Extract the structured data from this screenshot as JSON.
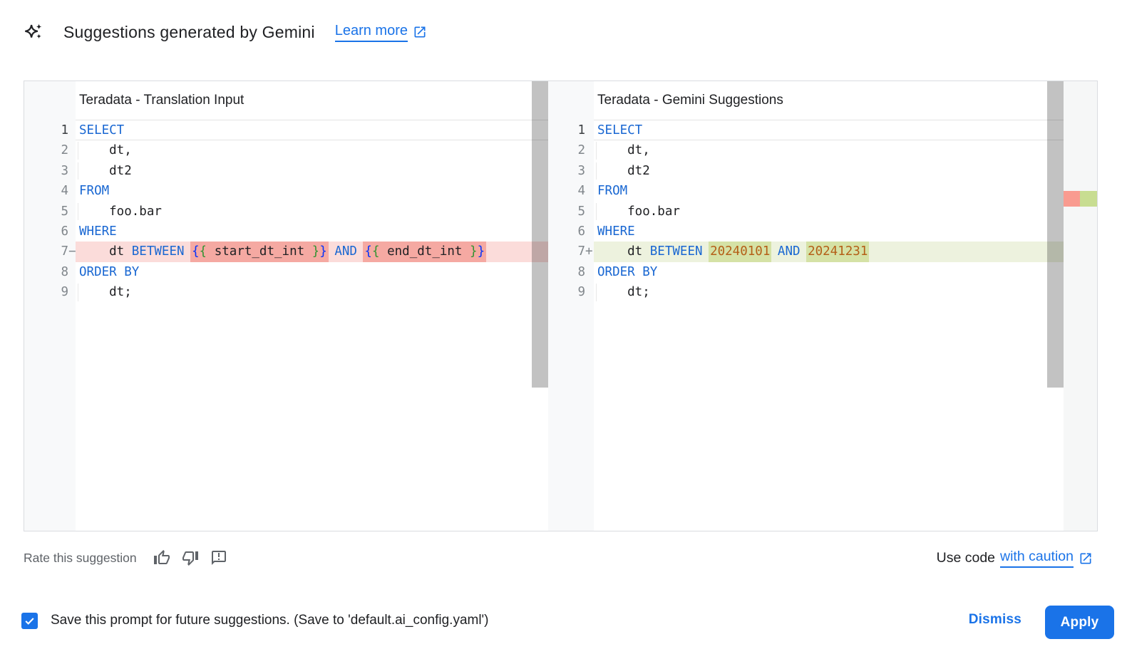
{
  "header": {
    "title": "Suggestions generated by Gemini",
    "learn_more": "Learn more"
  },
  "diff": {
    "left": {
      "title": "Teradata - Translation Input",
      "lines": [
        {
          "n": "1",
          "current": true,
          "segs": [
            {
              "c": "kw",
              "t": "SELECT"
            }
          ]
        },
        {
          "n": "2",
          "indent": true,
          "segs": [
            {
              "c": "pl",
              "t": "    dt,"
            }
          ]
        },
        {
          "n": "3",
          "indent": true,
          "segs": [
            {
              "c": "pl",
              "t": "    dt2"
            }
          ]
        },
        {
          "n": "4",
          "segs": [
            {
              "c": "kw",
              "t": "FROM"
            }
          ]
        },
        {
          "n": "5",
          "indent": true,
          "segs": [
            {
              "c": "pl",
              "t": "    foo.bar"
            }
          ]
        },
        {
          "n": "6",
          "segs": [
            {
              "c": "kw",
              "t": "WHERE"
            }
          ]
        },
        {
          "n": "7",
          "sign": "−",
          "diff": "removed",
          "segs": [
            {
              "c": "pl",
              "t": "    dt "
            },
            {
              "c": "kw",
              "t": "BETWEEN"
            },
            {
              "c": "pl",
              "t": " "
            },
            {
              "c": "br1",
              "t": "{",
              "h": true
            },
            {
              "c": "br2",
              "t": "{",
              "h": true
            },
            {
              "c": "pl",
              "t": " start_dt_int ",
              "h": true
            },
            {
              "c": "br2",
              "t": "}",
              "h": true
            },
            {
              "c": "br1",
              "t": "}",
              "h": true
            },
            {
              "c": "pl",
              "t": " "
            },
            {
              "c": "kw",
              "t": "AND"
            },
            {
              "c": "pl",
              "t": " "
            },
            {
              "c": "br1",
              "t": "{",
              "h": true
            },
            {
              "c": "br2",
              "t": "{",
              "h": true
            },
            {
              "c": "pl",
              "t": " end_dt_int ",
              "h": true
            },
            {
              "c": "br2",
              "t": "}",
              "h": true
            },
            {
              "c": "br1",
              "t": "}",
              "h": true
            }
          ]
        },
        {
          "n": "8",
          "segs": [
            {
              "c": "kw",
              "t": "ORDER BY"
            }
          ]
        },
        {
          "n": "9",
          "indent": true,
          "segs": [
            {
              "c": "pl",
              "t": "    dt;"
            }
          ]
        }
      ]
    },
    "right": {
      "title": "Teradata - Gemini Suggestions",
      "lines": [
        {
          "n": "1",
          "current": true,
          "segs": [
            {
              "c": "kw",
              "t": "SELECT"
            }
          ]
        },
        {
          "n": "2",
          "indent": true,
          "segs": [
            {
              "c": "pl",
              "t": "    dt,"
            }
          ]
        },
        {
          "n": "3",
          "indent": true,
          "segs": [
            {
              "c": "pl",
              "t": "    dt2"
            }
          ]
        },
        {
          "n": "4",
          "segs": [
            {
              "c": "kw",
              "t": "FROM"
            }
          ]
        },
        {
          "n": "5",
          "indent": true,
          "segs": [
            {
              "c": "pl",
              "t": "    foo.bar"
            }
          ]
        },
        {
          "n": "6",
          "segs": [
            {
              "c": "kw",
              "t": "WHERE"
            }
          ]
        },
        {
          "n": "7",
          "sign": "+",
          "diff": "added",
          "segs": [
            {
              "c": "pl",
              "t": "    dt "
            },
            {
              "c": "kw",
              "t": "BETWEEN"
            },
            {
              "c": "pl",
              "t": " "
            },
            {
              "c": "num",
              "t": "20240101",
              "h": true
            },
            {
              "c": "pl",
              "t": " "
            },
            {
              "c": "kw",
              "t": "AND"
            },
            {
              "c": "pl",
              "t": " "
            },
            {
              "c": "num",
              "t": "20241231",
              "h": true
            }
          ]
        },
        {
          "n": "8",
          "segs": [
            {
              "c": "kw",
              "t": "ORDER BY"
            }
          ]
        },
        {
          "n": "9",
          "indent": true,
          "segs": [
            {
              "c": "pl",
              "t": "    dt;"
            }
          ]
        }
      ]
    }
  },
  "footer": {
    "rate_label": "Rate this suggestion",
    "use_code_prefix": "Use code",
    "use_code_link": "with caution",
    "save_label": "Save this prompt for future suggestions. (Save to 'default.ai_config.yaml')",
    "save_checked": true,
    "dismiss_label": "Dismiss",
    "apply_label": "Apply"
  },
  "icons": {
    "header": "gemini-sparkle-icon",
    "learn_more": "external-link-icon",
    "rate": [
      "thumb-up-icon",
      "thumb-down-icon",
      "feedback-report-icon"
    ],
    "use_code": "external-link-icon",
    "save_checkbox": "checkmark-icon"
  },
  "colors": {
    "accent_blue": "#1a73e8",
    "keyword": "#1967d2",
    "plain_text": "#202124",
    "secondary_text": "#5f6368",
    "line_number": "#80868b",
    "number_literal": "#b45f17",
    "bracket_blue": "#0431fa",
    "bracket_green": "#319331",
    "removed_line_bg": "#fbdcda",
    "removed_char_bg": "#f5a9a2",
    "added_line_bg": "#edf2de",
    "added_char_bg": "#d5e2a6",
    "ruler_removed": "#f99b90",
    "ruler_added": "#c8dd91",
    "gutter_bg": "#f8f9fa",
    "panel_border": "#dadce0",
    "scrollbar": "rgba(0,0,0,0.24)",
    "apply_button_bg": "#1a73e8",
    "apply_button_text": "#ffffff"
  }
}
